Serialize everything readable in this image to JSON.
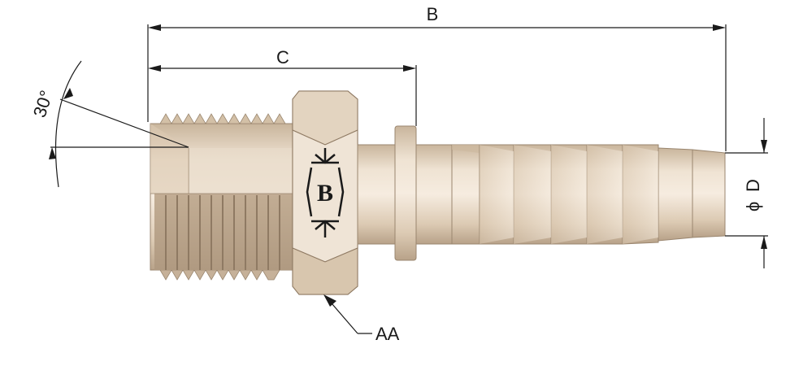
{
  "labels": {
    "overall_length": "B",
    "length_to_hex": "C",
    "hex_size": "AA",
    "barb_diameter_symbol": "ϕ",
    "barb_diameter": "D",
    "thread_angle": "30°"
  },
  "logo": {
    "letter": "B"
  },
  "colors": {
    "metal_light": "#f1e6d8",
    "metal_mid": "#d8c5ad",
    "metal_dark": "#a8937b",
    "line": "#1a1a1a"
  }
}
